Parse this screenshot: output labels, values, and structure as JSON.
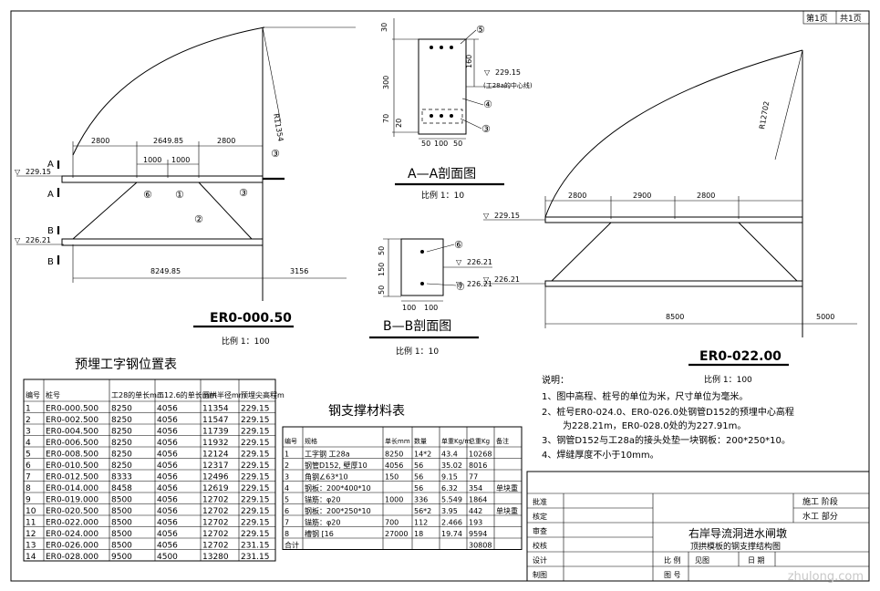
{
  "page_info": {
    "page_no": "第1页",
    "total_pages": "共1页"
  },
  "left_elevation": {
    "title": "ER0-000.50",
    "scale": "比例 1：100",
    "dims_top": [
      "2800",
      "2649.85",
      "2800"
    ],
    "dims_mid": [
      "1000",
      "1000"
    ],
    "dims_bottom": [
      "8249.85",
      "3156"
    ],
    "radius": "R11354",
    "elev_a": "229.15",
    "elev_b": "226.21",
    "marker_a": "A",
    "marker_b": "B",
    "callouts": [
      "①",
      "②",
      "③",
      "⑥"
    ]
  },
  "section_aa": {
    "title": "A—A剖面图",
    "scale": "比例 1：10",
    "dims_vertical": [
      "30",
      "160",
      "300",
      "70",
      "20"
    ],
    "dims_horizontal": [
      "50",
      "100",
      "50"
    ],
    "elev": "229.15",
    "note": "(工28a的中心线)",
    "callouts": [
      "⑤",
      "④",
      "③"
    ]
  },
  "section_bb": {
    "title": "B—B剖面图",
    "scale": "比例 1：10",
    "dims_vertical": [
      "50",
      "150",
      "50"
    ],
    "dims_horizontal": [
      "100",
      "100"
    ],
    "elev_top": "226.21",
    "elev_bottom": "226.21",
    "callouts": [
      "⑥",
      "⑦"
    ]
  },
  "right_elevation": {
    "title": "ER0-022.00",
    "scale": "比例 1：100",
    "dims_top": [
      "2800",
      "2900",
      "2800"
    ],
    "dims_bottom": [
      "8500",
      "5000"
    ],
    "radius": "R12702",
    "elev_a": "229.15",
    "elev_b": "226.21"
  },
  "embed_table": {
    "title": "预埋工字钢位置表",
    "headers": [
      "编号",
      "桩号",
      "工28的单长mm",
      "工12.6的单长mm",
      "圆拱半径mm",
      "顶埋尖高程m"
    ],
    "rows": [
      [
        "1",
        "ER0-000.500",
        "8250",
        "4056",
        "11354",
        "229.15"
      ],
      [
        "2",
        "ER0-002.500",
        "8250",
        "4056",
        "11547",
        "229.15"
      ],
      [
        "3",
        "ER0-004.500",
        "8250",
        "4056",
        "11739",
        "229.15"
      ],
      [
        "4",
        "ER0-006.500",
        "8250",
        "4056",
        "11932",
        "229.15"
      ],
      [
        "5",
        "ER0-008.500",
        "8250",
        "4056",
        "12124",
        "229.15"
      ],
      [
        "6",
        "ER0-010.500",
        "8250",
        "4056",
        "12317",
        "229.15"
      ],
      [
        "7",
        "ER0-012.500",
        "8333",
        "4056",
        "12496",
        "229.15"
      ],
      [
        "8",
        "ER0-014.000",
        "8458",
        "4056",
        "12619",
        "229.15"
      ],
      [
        "9",
        "ER0-019.000",
        "8500",
        "4056",
        "12702",
        "229.15"
      ],
      [
        "10",
        "ER0-020.500",
        "8500",
        "4056",
        "12702",
        "229.15"
      ],
      [
        "11",
        "ER0-022.000",
        "8500",
        "4056",
        "12702",
        "229.15"
      ],
      [
        "12",
        "ER0-024.000",
        "8500",
        "4056",
        "12702",
        "229.15"
      ],
      [
        "13",
        "ER0-026.000",
        "8500",
        "4056",
        "12702",
        "231.15"
      ],
      [
        "14",
        "ER0-028.000",
        "9500",
        "4500",
        "13280",
        "231.15"
      ]
    ]
  },
  "material_table": {
    "title": "钢支撑材料表",
    "headers": [
      "编号",
      "规格",
      "单长mm",
      "数量",
      "单重Kg/m",
      "总重Kg",
      "备注"
    ],
    "rows": [
      [
        "1",
        "工字钢 工28a",
        "8250",
        "14*2",
        "43.4",
        "10268",
        ""
      ],
      [
        "2",
        "钢管D152, 壁厚10",
        "4056",
        "56",
        "35.02",
        "8016",
        ""
      ],
      [
        "3",
        "角钢∠63*10",
        "150",
        "56",
        "9.15",
        "77",
        ""
      ],
      [
        "4",
        "钢板：200*400*10",
        "",
        "56",
        "6.32",
        "354",
        "单块重"
      ],
      [
        "5",
        "锚筋：φ20",
        "1000",
        "336",
        "5.549",
        "1864",
        ""
      ],
      [
        "6",
        "钢板：200*250*10",
        "",
        "56*2",
        "3.95",
        "442",
        "单块重"
      ],
      [
        "7",
        "锚筋：φ20",
        "700",
        "112",
        "2.466",
        "193",
        ""
      ],
      [
        "8",
        "槽钢 [16",
        "27000",
        "18",
        "19.74",
        "9594",
        ""
      ]
    ],
    "total_label": "合计",
    "total_value": "30808"
  },
  "notes": {
    "title": "说明：",
    "items": [
      "1、图中高程、桩号的单位为米，尺寸单位为毫米。",
      "2、桩号ER0-024.0、ER0-026.0处钢管D152的预埋中心高程",
      "为228.21m，ER0-028.0处的为227.91m。",
      "3、钢管D152与工28a的接头处垫一块钢板：200*250*10。",
      "4、焊缝厚度不小于10mm。"
    ]
  },
  "title_block": {
    "left_labels": [
      "批准",
      "核定",
      "审查",
      "校核",
      "设计",
      "制图"
    ],
    "stage_label": "施工  阶段",
    "dept_label": "水工  部分",
    "project_name": "右岸导流洞进水闸墩",
    "drawing_name": "顶拱模板的钢支撑结构图",
    "scale_label": "比 例",
    "scale_value": "见图",
    "date_label": "日 期",
    "drawing_no_label": "图 号"
  },
  "watermark": "zhulong.com"
}
